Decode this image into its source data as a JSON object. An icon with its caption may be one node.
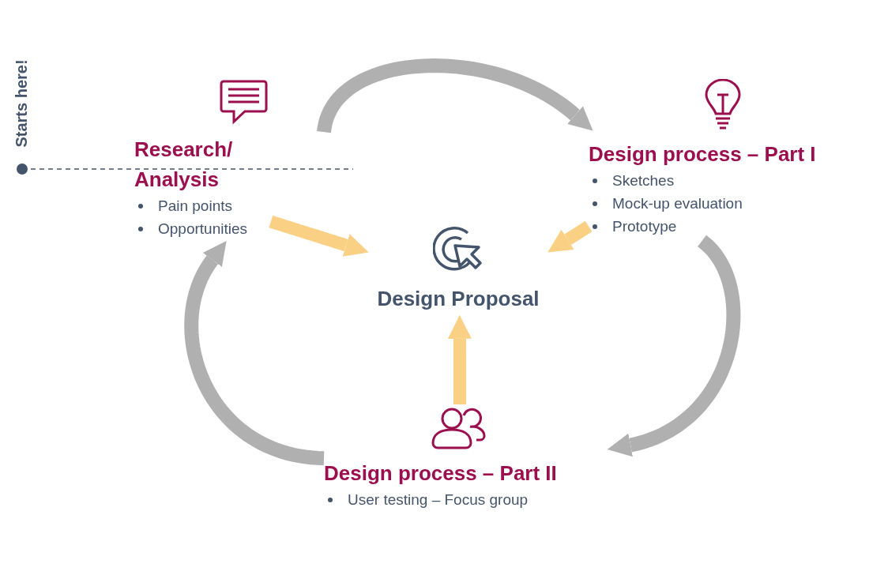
{
  "diagram": {
    "nodes": [
      {
        "text": [
          "Research/ Analysis",
          "Pain points",
          "Opportunities"
        ]
      },
      {
        "text": [
          "Design process – Part I",
          "Sketches",
          "Mock-up evaluation",
          "Prototype"
        ]
      },
      {
        "text": [
          "Design Proposal"
        ]
      },
      {
        "text": [
          "Design process – Part II",
          "User testing – Focus group"
        ]
      }
    ],
    "edges": [
      {
        "from": 0,
        "to": 1,
        "arrow": "to",
        "color": "#b0b0b0"
      },
      {
        "from": 1,
        "to": 3,
        "arrow": "to",
        "color": "#b0b0b0"
      },
      {
        "from": 3,
        "to": 0,
        "arrow": "to",
        "color": "#b0b0b0"
      },
      {
        "from": 0,
        "to": 2,
        "arrow": "to",
        "color": "#f9d084"
      },
      {
        "from": 1,
        "to": 2,
        "arrow": "to",
        "color": "#f9d084"
      },
      {
        "from": 3,
        "to": 2,
        "arrow": "to",
        "color": "#f9d084"
      }
    ],
    "labels": [
      "Starts here!"
    ]
  }
}
